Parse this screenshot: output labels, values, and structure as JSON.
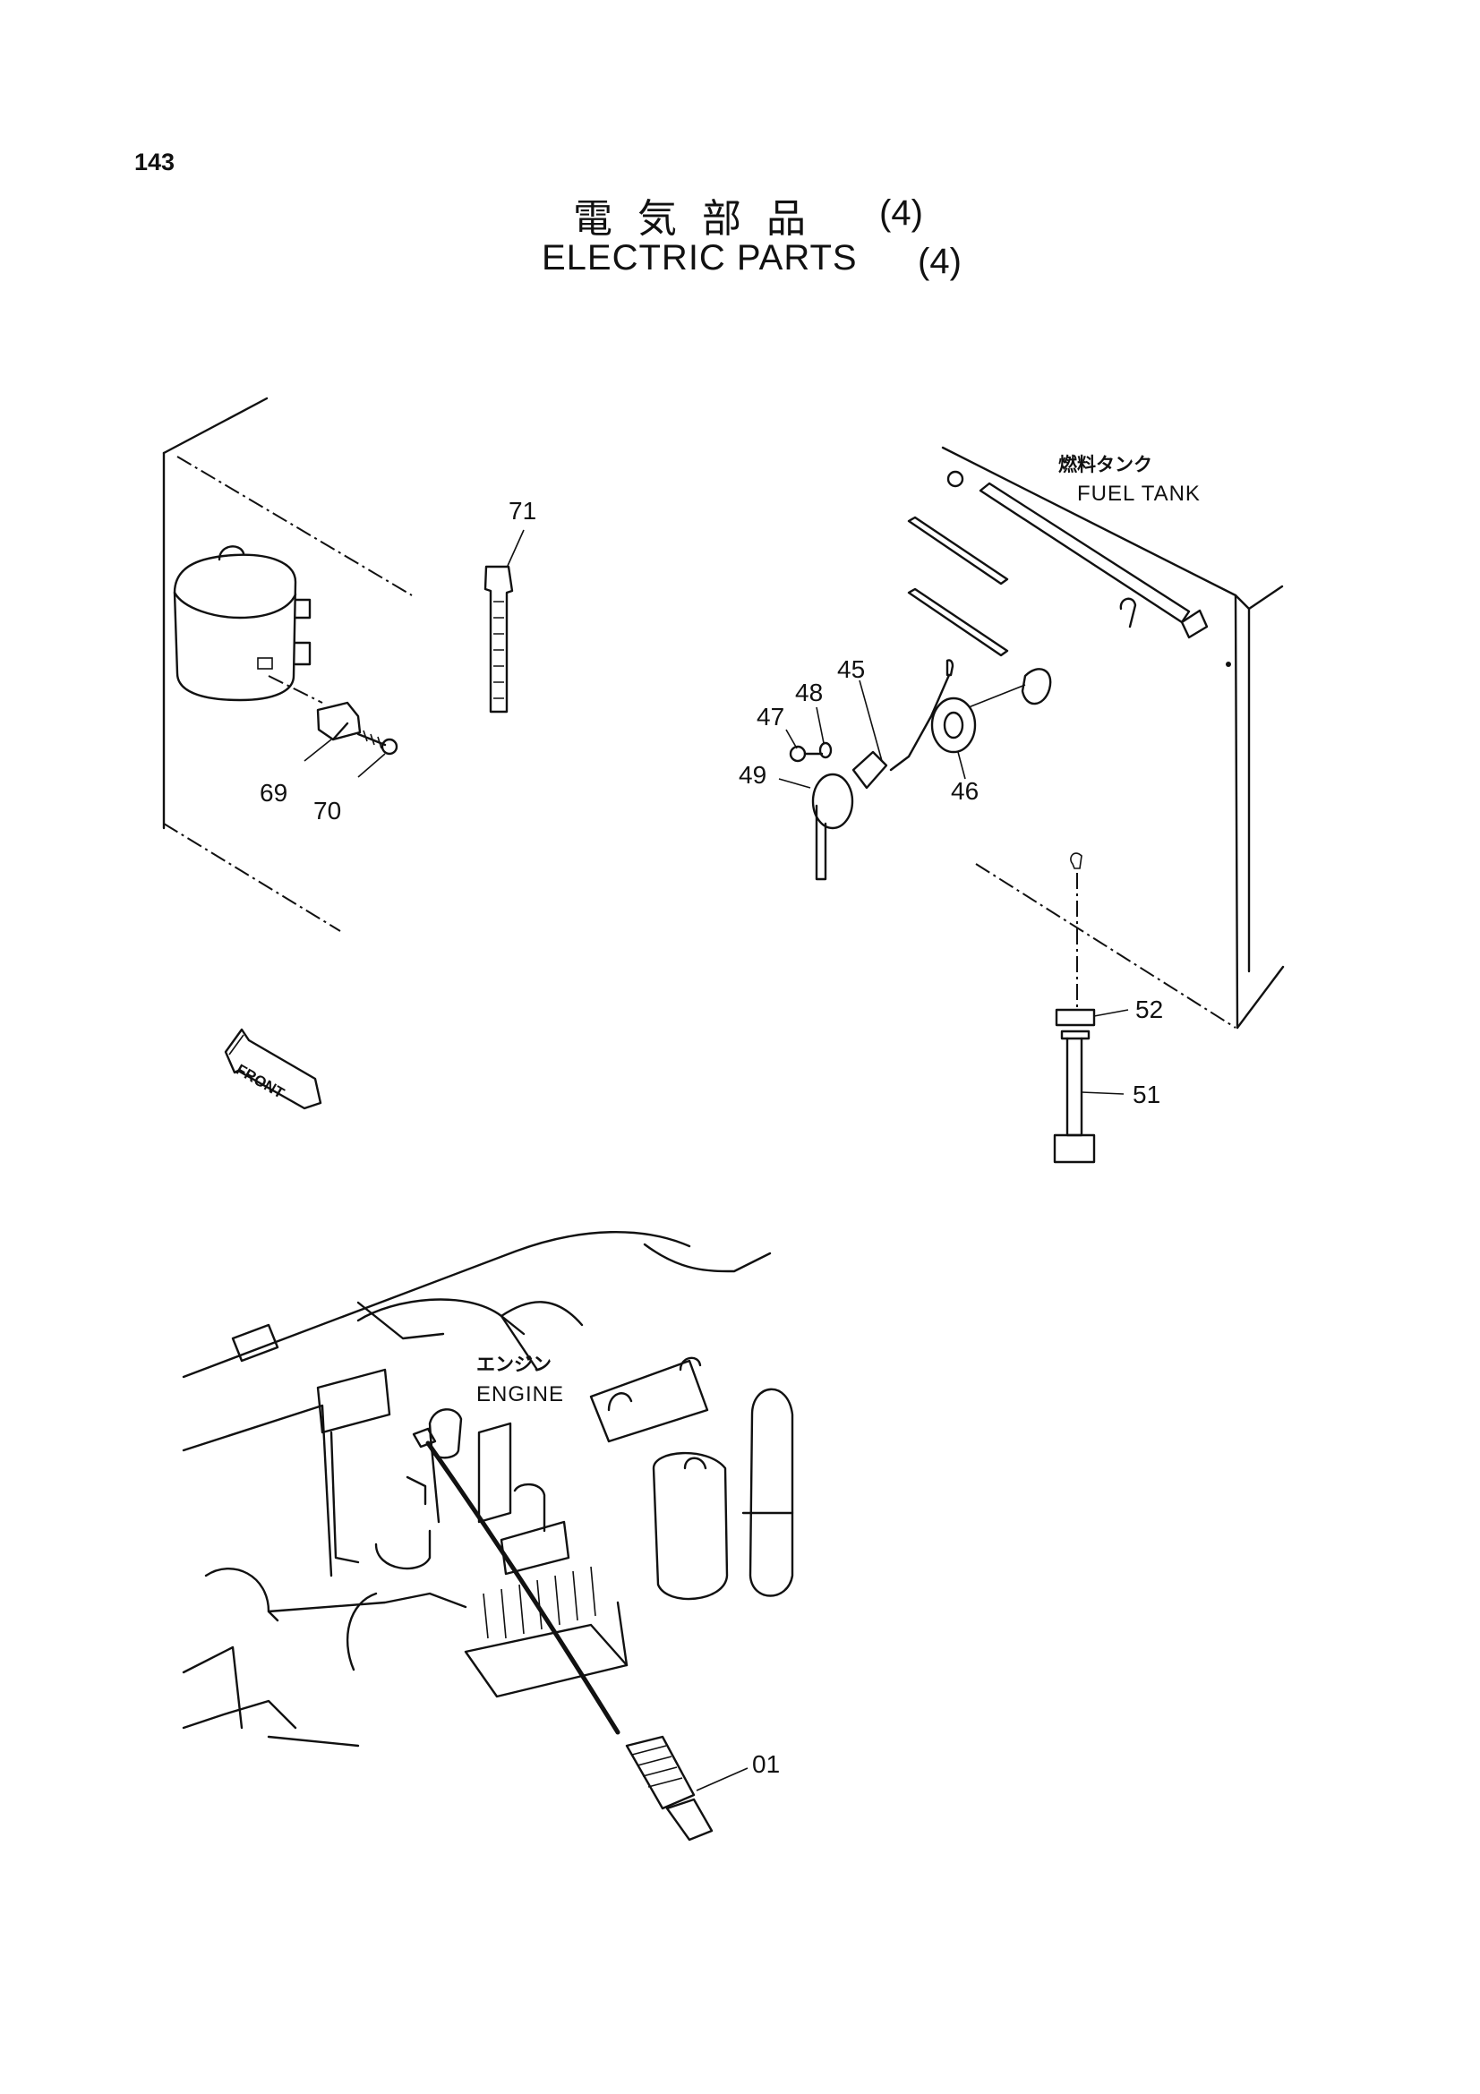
{
  "page_number": "143",
  "title": {
    "japanese": "電気部品",
    "english": "ELECTRIC PARTS",
    "section": "(4)"
  },
  "reference_labels": {
    "fuel_tank_jp": "燃料タンク",
    "fuel_tank_en": "FUEL TANK",
    "engine_jp": "エンジン",
    "engine_en": "ENGINE",
    "front_arrow": "FRONT"
  },
  "part_numbers": {
    "p01": "01",
    "p45": "45",
    "p46": "46",
    "p47": "47",
    "p48": "48",
    "p49": "49",
    "p51": "51",
    "p52": "52",
    "p69": "69",
    "p70": "70",
    "p71": "71"
  },
  "colors": {
    "ink": "#111111",
    "paper": "#ffffff"
  }
}
